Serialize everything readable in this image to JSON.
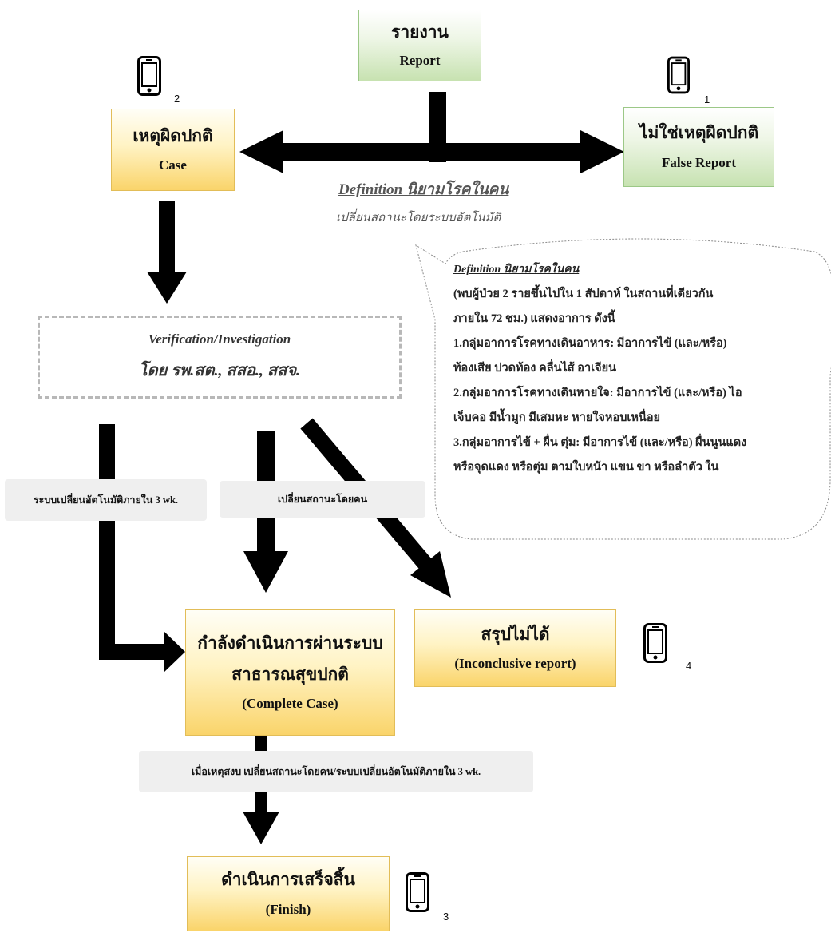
{
  "nodes": {
    "report": {
      "th": "รายงาน",
      "en": "Report"
    },
    "case": {
      "th": "เหตุผิดปกติ",
      "en": "Case"
    },
    "false_report": {
      "th": "ไม่ใช่เหตุผิดปกติ",
      "en": "False Report"
    },
    "verification": {
      "line1": "Verification/Investigation",
      "line2": "โดย รพ.สต., สสอ., สสจ."
    },
    "complete": {
      "line1": "กำลังดำเนินการผ่านระบบ",
      "line2": "สาธารณสุขปกติ",
      "en": "(Complete Case)"
    },
    "inconclusive": {
      "th": "สรุปไม่ได้",
      "en": "(Inconclusive report)"
    },
    "finish": {
      "th": "ดำเนินการเสร็จสิ้น",
      "en": "(Finish)"
    }
  },
  "definition_caption": {
    "title": "Definition นิยามโรคในคน",
    "subtitle": "เปลี่ยนสถานะโดยระบบอัตโนมัติ"
  },
  "callout": {
    "title": "Definition นิยามโรคในคน",
    "lines": [
      "(พบผู้ป่วย 2 รายขึ้นไปใน 1 สัปดาห์ ในสถานที่เดียวกัน",
      "ภายใน 72 ชม.) แสดงอาการ ดังนี้",
      "1.กลุ่มอาการโรคทางเดินอาหาร: มีอาการไข้ (และ/หรือ)",
      "ท้องเสีย ปวดท้อง คลื่นไส้ อาเจียน",
      "2.กลุ่มอาการโรคทางเดินหายใจ: มีอาการไข้ (และ/หรือ) ไอ",
      "เจ็บคอ มีน้ำมูก มีเสมหะ หายใจหอบเหนื่อย",
      "3.กลุ่มอาการไข้ + ผื่น ตุ่ม: มีอาการไข้ (และ/หรือ) ผื่นนูนแดง",
      "หรือจุดแดง หรือตุ่ม ตามใบหน้า แขน ขา หรือลำตัว ใน"
    ]
  },
  "labels": {
    "auto_3wk": "ระบบเปลี่ยนอัตโนมัติภายใน 3 wk.",
    "manual": "เปลี่ยนสถานะโดยคน",
    "calm": "เมื่อเหตุสงบ เปลี่ยนสถานะโดยคน/ระบบเปลี่ยนอัตโนมัติภายใน 3 wk."
  },
  "phones": {
    "p1": "1",
    "p2": "2",
    "p3": "3",
    "p4": "4"
  },
  "colors": {
    "green_border": "#9cc887",
    "yellow_border": "#e2bd58",
    "arrow": "#000000"
  }
}
